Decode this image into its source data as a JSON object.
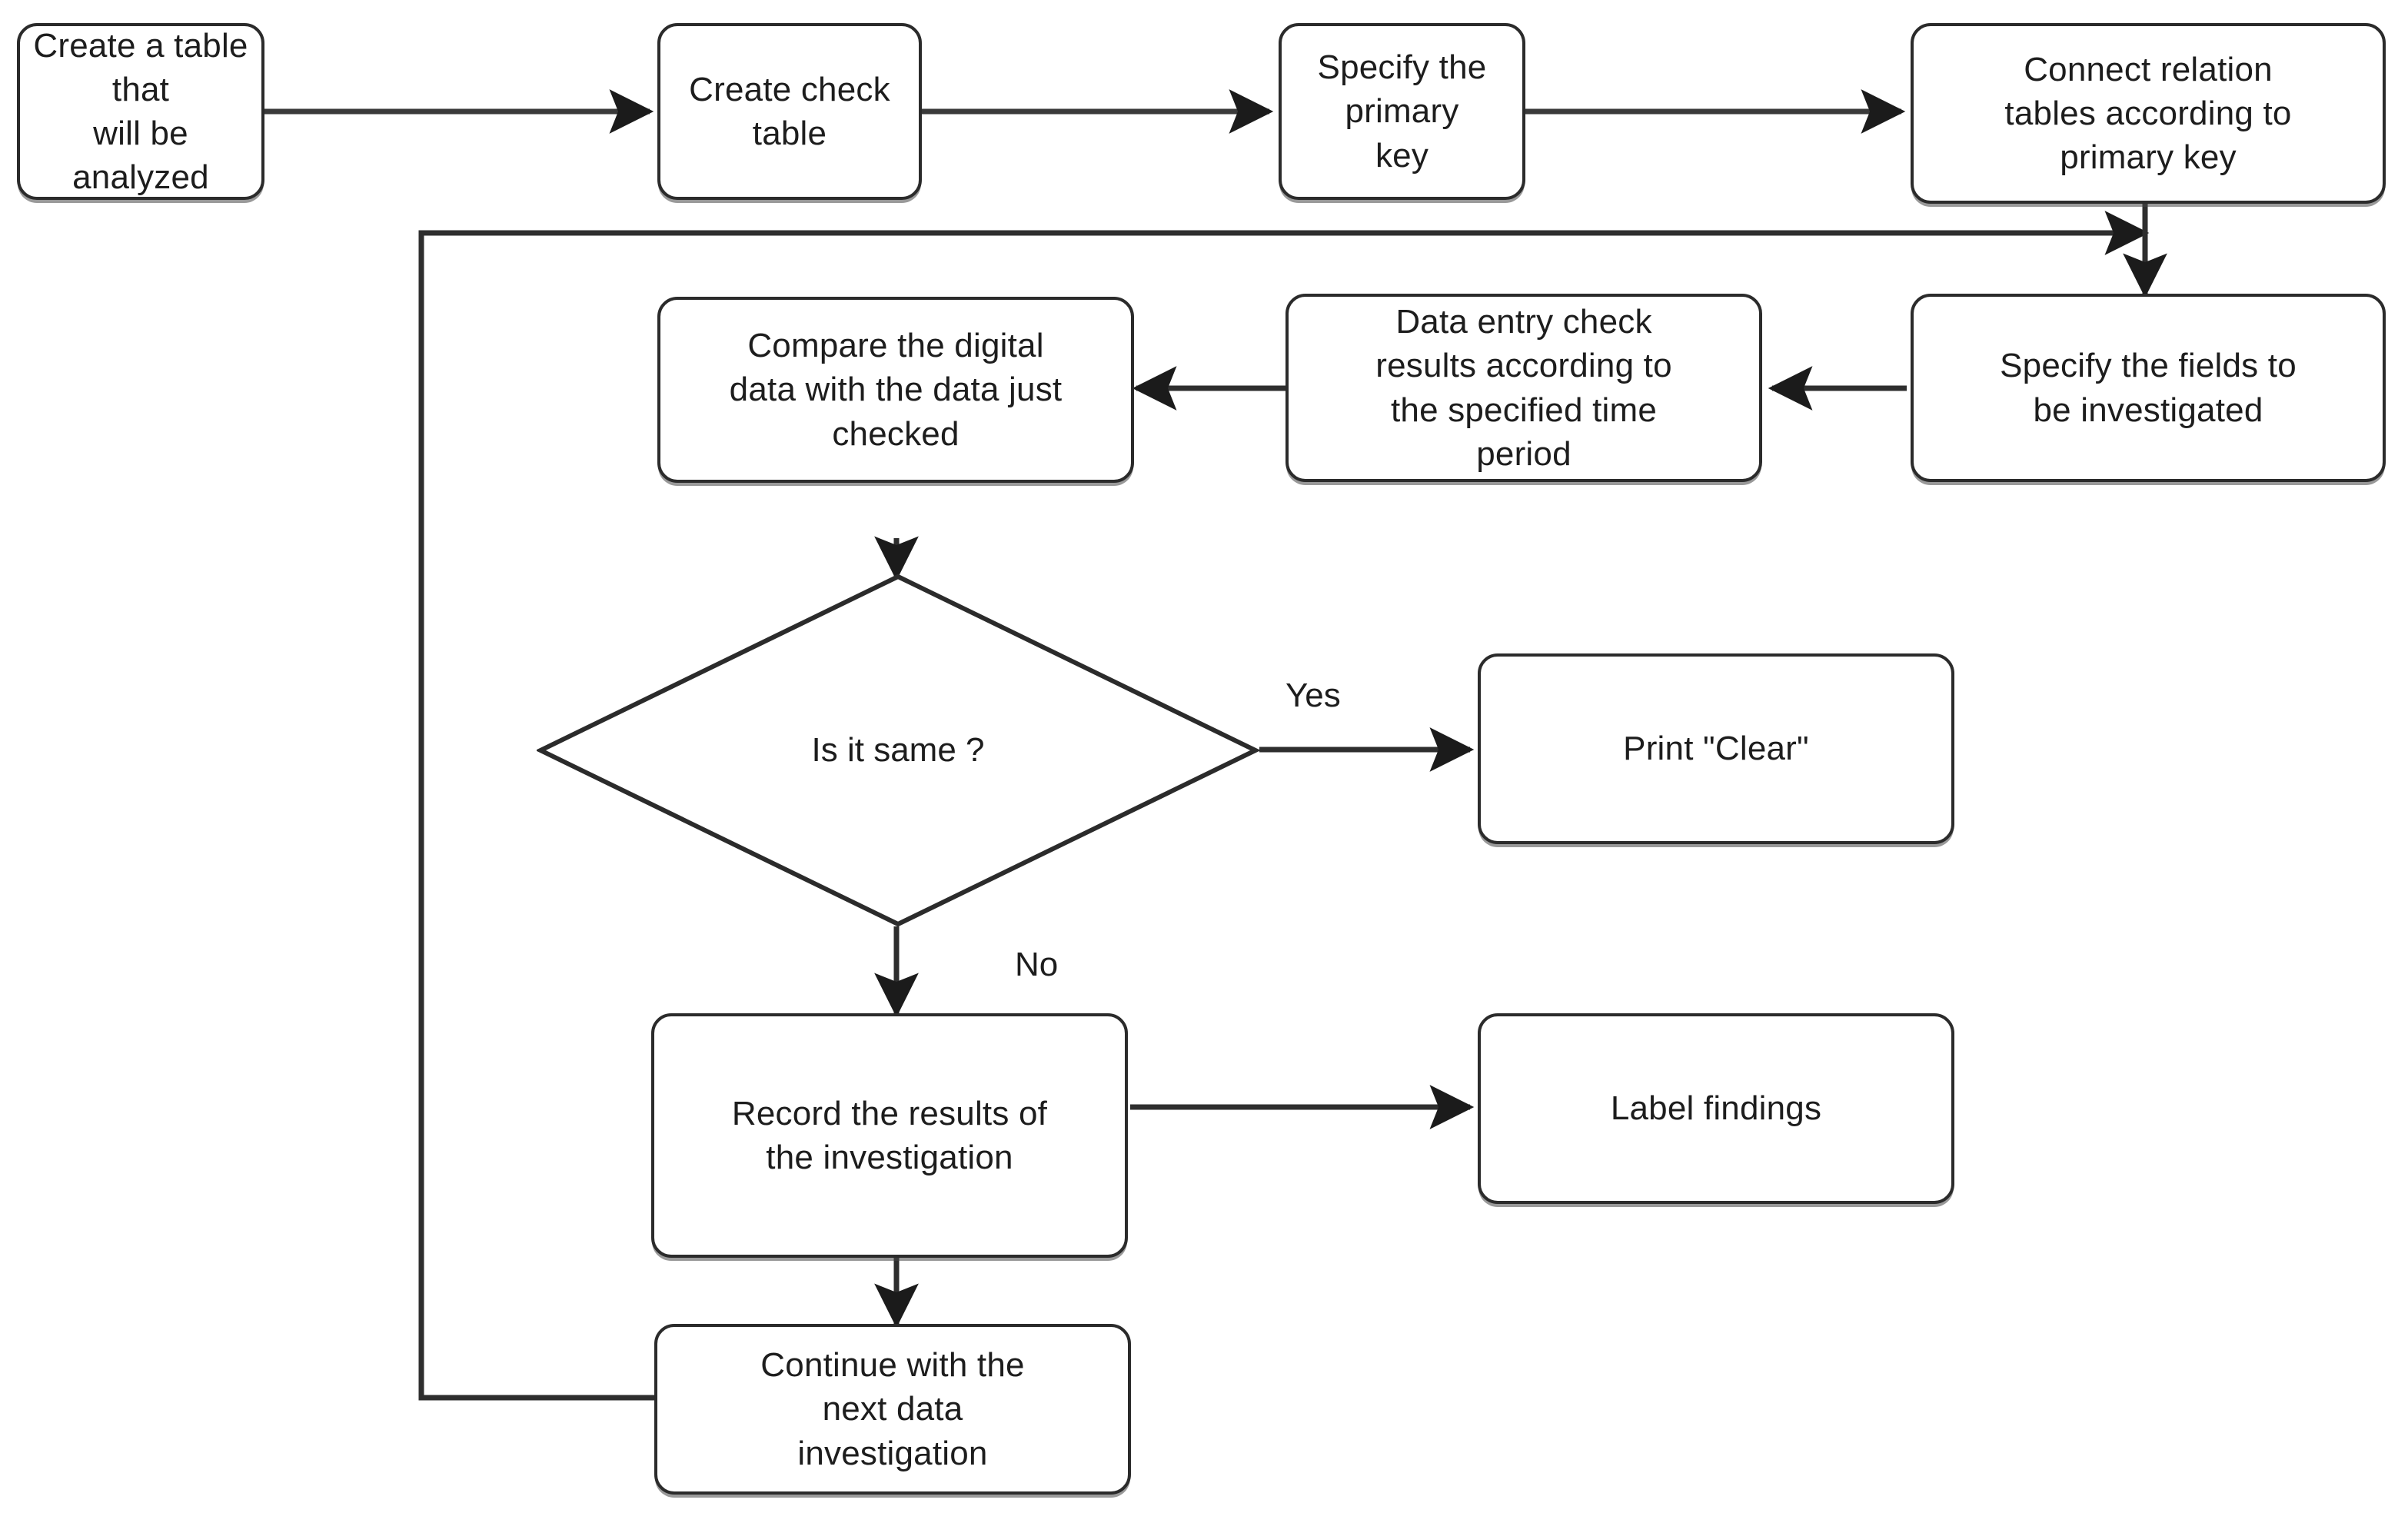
{
  "diagram": {
    "type": "flowchart",
    "title": "Data investigation flowchart",
    "colors": {
      "stroke": "#2b2b2b",
      "text": "#1d1d1d",
      "background": "#ffffff"
    },
    "nodes": [
      {
        "id": "create-table",
        "shape": "rounded-rect",
        "label": "Create a table that\nwill be analyzed"
      },
      {
        "id": "create-check-table",
        "shape": "rounded-rect",
        "label": "Create check table"
      },
      {
        "id": "specify-primary-key",
        "shape": "rounded-rect",
        "label": "Specify the primary\nkey"
      },
      {
        "id": "connect-relation",
        "shape": "rounded-rect",
        "label": "Connect relation\ntables according to\nprimary key"
      },
      {
        "id": "specify-fields",
        "shape": "rounded-rect",
        "label": "Specify the fields to\nbe investigated"
      },
      {
        "id": "data-entry-check",
        "shape": "rounded-rect",
        "label": "Data entry check\nresults according to\nthe specified time\nperiod"
      },
      {
        "id": "compare-digital",
        "shape": "rounded-rect",
        "label": "Compare the digital\ndata with the data just\nchecked"
      },
      {
        "id": "is-it-same",
        "shape": "diamond",
        "label": "Is it same ?"
      },
      {
        "id": "print-clear",
        "shape": "rounded-rect",
        "label": "Print \"Clear\""
      },
      {
        "id": "record-results",
        "shape": "rounded-rect",
        "label": "Record the results of\nthe investigation"
      },
      {
        "id": "label-findings",
        "shape": "rounded-rect",
        "label": "Label findings"
      },
      {
        "id": "continue-next",
        "shape": "rounded-rect",
        "label": "Continue with the\nnext data\ninvestigation"
      }
    ],
    "edge_labels": [
      {
        "id": "yes-label",
        "label": "Yes"
      },
      {
        "id": "no-label",
        "label": "No"
      }
    ],
    "edges": [
      {
        "from": "create-table",
        "to": "create-check-table",
        "label": ""
      },
      {
        "from": "create-check-table",
        "to": "specify-primary-key",
        "label": ""
      },
      {
        "from": "specify-primary-key",
        "to": "connect-relation",
        "label": ""
      },
      {
        "from": "connect-relation",
        "to": "specify-fields",
        "label": ""
      },
      {
        "from": "specify-fields",
        "to": "data-entry-check",
        "label": ""
      },
      {
        "from": "data-entry-check",
        "to": "compare-digital",
        "label": ""
      },
      {
        "from": "compare-digital",
        "to": "is-it-same",
        "label": ""
      },
      {
        "from": "is-it-same",
        "to": "print-clear",
        "label": "Yes"
      },
      {
        "from": "is-it-same",
        "to": "record-results",
        "label": "No"
      },
      {
        "from": "record-results",
        "to": "label-findings",
        "label": ""
      },
      {
        "from": "record-results",
        "to": "continue-next",
        "label": ""
      },
      {
        "from": "continue-next",
        "to": "specify-fields",
        "label": ""
      }
    ]
  }
}
